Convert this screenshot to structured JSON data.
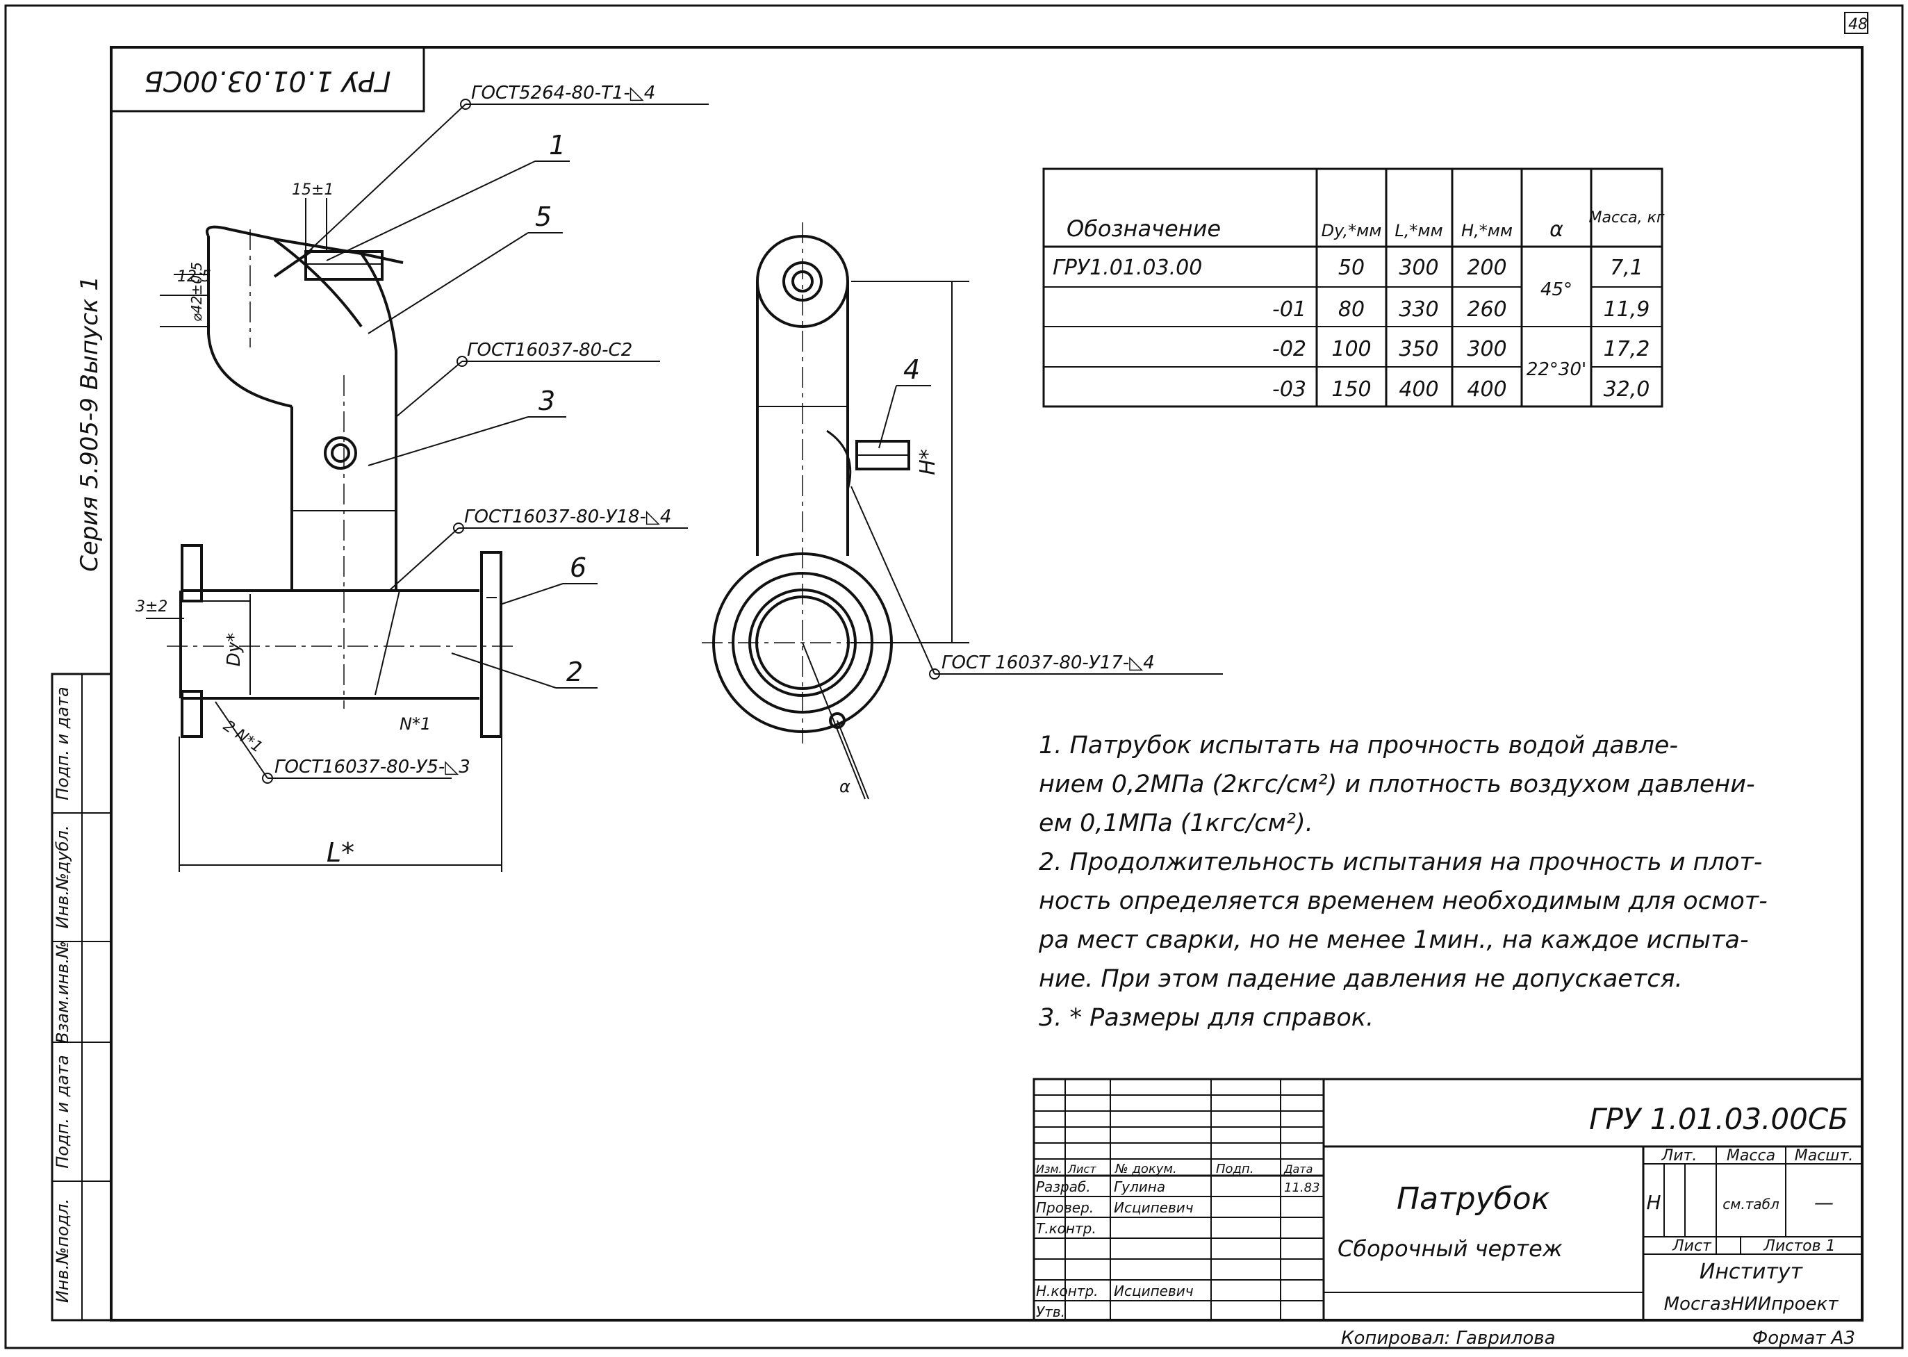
{
  "sheet": {
    "page_number": "48",
    "doc_code_rotated": "ГРУ 1.01.03.00СБ",
    "series_side": "Серия 5.905-9  Выпуск 1"
  },
  "side_stamp": [
    "Инв.№подл.",
    "Подп. и дата",
    "Взам.инв.№",
    "Инв.№дубл.",
    "Подп. и дата"
  ],
  "callouts": {
    "weld_top": "ГОСТ5264-80-Т1-◺4",
    "weld_c2": "ГОСТ16037-80-С2",
    "weld_u18": "ГОСТ16037-80-У18-◺4",
    "weld_u5": "ГОСТ16037-80-У5-◺3",
    "weld_u17": "ГОСТ 16037-80-У17-◺4",
    "pos1": "1",
    "pos2": "2",
    "pos3": "3",
    "pos4": "4",
    "pos5": "5",
    "pos6": "6"
  },
  "dims": {
    "d15": "15±1",
    "d12": "12,5",
    "phi": "⌀42±0,5",
    "d3": "3±2",
    "dy": "Dy*",
    "n1": "N*1",
    "n2": "2 N*1",
    "l": "L*",
    "h": "H*",
    "alpha": "α"
  },
  "table": {
    "headers": [
      "Обозначение",
      "Dy,*мм",
      "L,*мм",
      "H,*мм",
      "α",
      "Масса, кг"
    ],
    "rows": [
      [
        "ГРУ1.01.03.00",
        "50",
        "300",
        "200",
        "45°",
        "7,1"
      ],
      [
        "-01",
        "80",
        "330",
        "260",
        "",
        "11,9"
      ],
      [
        "-02",
        "100",
        "350",
        "300",
        "22°30'",
        "17,2"
      ],
      [
        "-03",
        "150",
        "400",
        "400",
        "",
        "32,0"
      ]
    ]
  },
  "notes": [
    "1. Патрубок испытать на прочность водой давле-",
    "нием 0,2МПа (2кгс/см²) и плотность воздухом давлени-",
    "ем 0,1МПа (1кгс/см²).",
    "2. Продолжительность испытания на прочность и плот-",
    "ность определяется временем необходимым для осмот-",
    "ра мест сварки, но не менее 1мин., на каждое испыта-",
    "ние. При этом падение давления не допускается.",
    "3. * Размеры для справок."
  ],
  "title_block": {
    "designation": "ГРУ 1.01.03.00СБ",
    "name": "Патрубок",
    "subtitle": "Сборочный чертеж",
    "lit_label": "Лит.",
    "mass_label": "Масса",
    "scale_label": "Масшт.",
    "lit_value": "Н",
    "mass_value": "см.табл",
    "scale_value": "—",
    "sheet_label": "Лист",
    "sheets_label": "Листов 1",
    "org_line1": "Институт",
    "org_line2": "МосгазНИИпроект",
    "col_izm": "Изм.",
    "col_list": "Лист",
    "col_doc": "№ докум.",
    "col_sign": "Подп.",
    "col_date": "Дата",
    "razrab_label": "Разраб.",
    "razrab_name": "Гулина",
    "razrab_date": "11.83",
    "prov_label": "Провер.",
    "prov_name": "Исципевич",
    "tkontr_label": "Т.контр.",
    "nkontr_label": "Н.контр.",
    "nkontr_name": "Исципевич",
    "utv_label": "Утв."
  },
  "footer": {
    "copied": "Копировал: Гаврилова",
    "format": "Формат А3"
  }
}
